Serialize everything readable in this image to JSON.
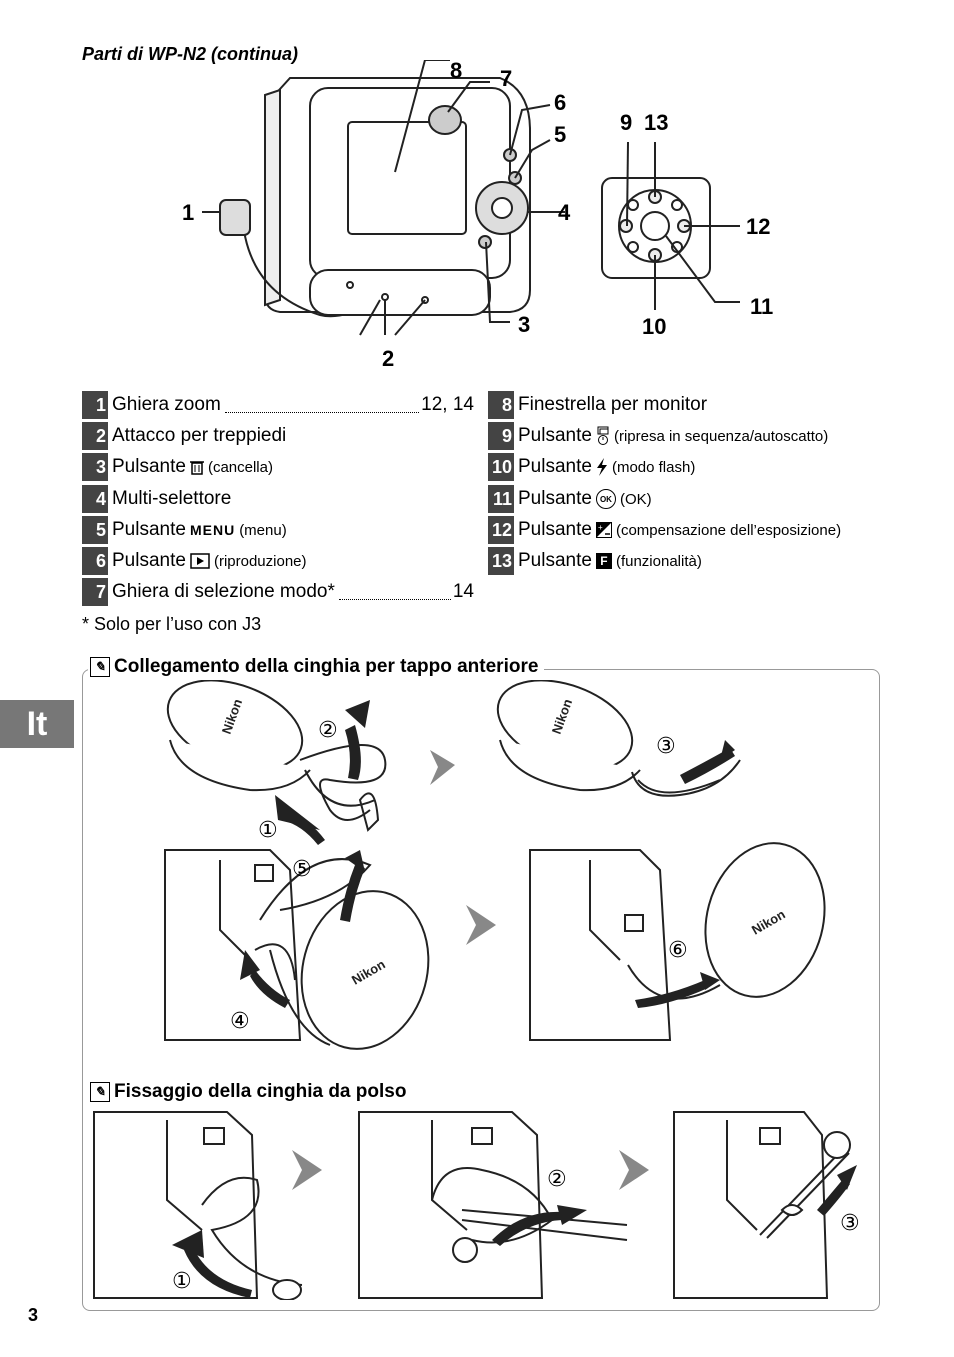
{
  "heading": "Parti di WP-N2 (continua)",
  "callouts": [
    "1",
    "2",
    "3",
    "4",
    "5",
    "6",
    "7",
    "8",
    "9",
    "10",
    "11",
    "12",
    "13"
  ],
  "parts_left": [
    {
      "num": "1",
      "label": "Ghiera zoom",
      "page": "12, 14"
    },
    {
      "num": "2",
      "label": "Attacco per treppiedi"
    },
    {
      "num": "3",
      "label": "Pulsante",
      "note": "(cancella)",
      "icon": "trash-icon"
    },
    {
      "num": "4",
      "label": "Multi-selettore"
    },
    {
      "num": "5",
      "label": "Pulsante",
      "note": "(menu)",
      "icon": "menu-text",
      "icon_text": "MENU"
    },
    {
      "num": "6",
      "label": "Pulsante",
      "note": "(riproduzione)",
      "icon": "play-icon"
    },
    {
      "num": "7",
      "label": "Ghiera di selezione modo*",
      "page": "14"
    }
  ],
  "parts_right": [
    {
      "num": "8",
      "label": "Finestrella per monitor"
    },
    {
      "num": "9",
      "label": "Pulsante",
      "note": "(ripresa in sequenza/autoscatto)",
      "icon": "continuous-self-timer-icon"
    },
    {
      "num": "10",
      "label": "Pulsante",
      "note": "(modo flash)",
      "icon": "flash-icon"
    },
    {
      "num": "11",
      "label": "Pulsante",
      "note": "(OK)",
      "icon": "ok-icon",
      "icon_text": "OK"
    },
    {
      "num": "12",
      "label": "Pulsante",
      "note": "(compensazione dell’esposizione)",
      "icon": "exposure-comp-icon"
    },
    {
      "num": "13",
      "label": "Pulsante",
      "note": "(funzionalità)",
      "icon": "feature-icon",
      "icon_text": "F"
    }
  ],
  "footnote": "* Solo per l’uso con J3",
  "section1_title": "Collegamento della cinghia per tappo anteriore",
  "section2_title": "Fissaggio della cinghia da polso",
  "steps": [
    "①",
    "②",
    "③",
    "④",
    "⑤",
    "⑥"
  ],
  "cap_brand": "Nikon",
  "side_tab": "It",
  "page_number": "3"
}
